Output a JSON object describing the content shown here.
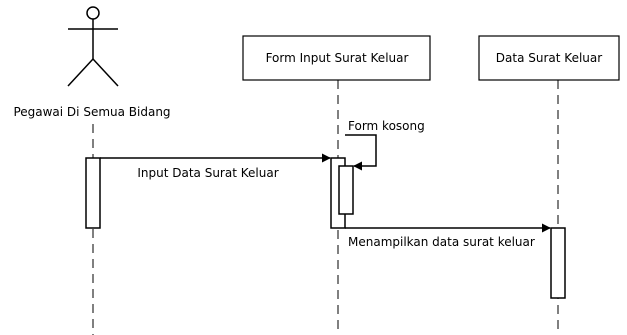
{
  "actor": {
    "name": "Pegawai Di Semua Bidang"
  },
  "objects": [
    {
      "id": "form",
      "name": "Form Input Surat Keluar"
    },
    {
      "id": "data",
      "name": "Data Surat Keluar"
    }
  ],
  "messages": [
    {
      "from": "actor",
      "to": "form",
      "label": "Input Data Surat Keluar"
    },
    {
      "from": "form",
      "to": "form",
      "label": "Form kosong"
    },
    {
      "from": "form",
      "to": "data",
      "label": "Menampilkan data surat keluar"
    }
  ]
}
